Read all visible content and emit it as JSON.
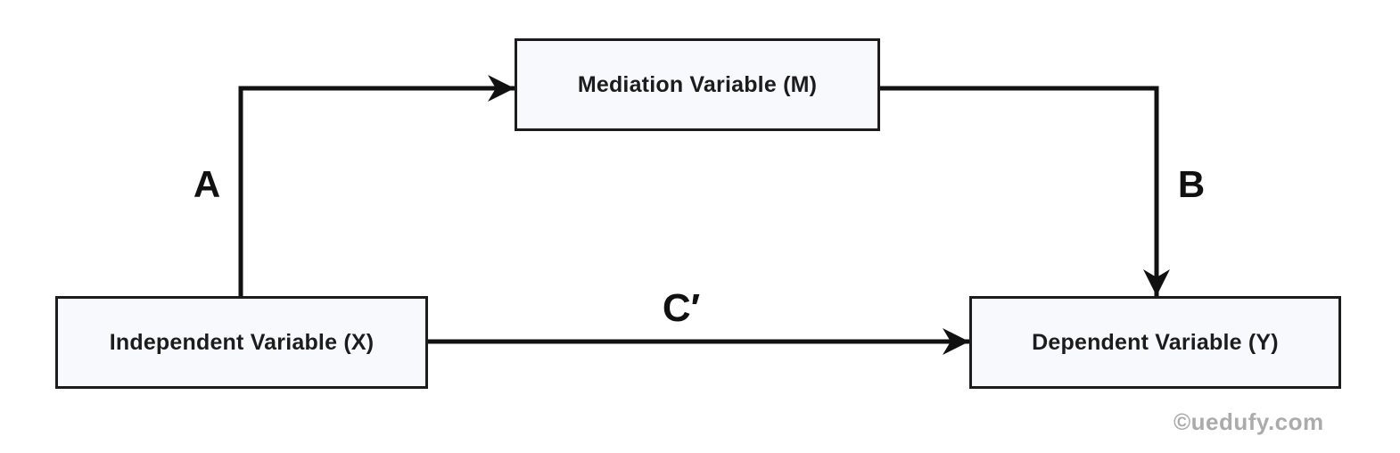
{
  "diagram": {
    "type": "mediation-model-path-diagram",
    "nodes": {
      "mediator": {
        "label": "Mediation Variable (M)"
      },
      "independent": {
        "label": "Independent Variable (X)"
      },
      "dependent": {
        "label": "Dependent Variable (Y)"
      }
    },
    "edges": {
      "a": {
        "label": "A",
        "from": "independent",
        "to": "mediator"
      },
      "b": {
        "label": "B",
        "from": "mediator",
        "to": "dependent"
      },
      "c_prime": {
        "label": "C′",
        "from": "independent",
        "to": "dependent"
      }
    },
    "watermark": "©uedufy.com",
    "colors": {
      "background": "#ffffff",
      "box_fill": "#f8f9fc",
      "box_border": "#1c1c1c",
      "arrow": "#111111",
      "text": "#1c1c1c",
      "watermark": "#ababab"
    }
  }
}
